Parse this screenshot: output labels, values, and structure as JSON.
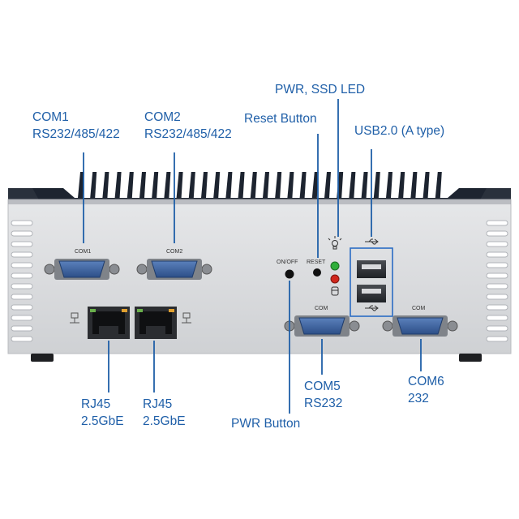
{
  "panel_labels": {
    "com1": "COM1",
    "com2": "COM2",
    "onoff": "ON/OFF",
    "reset": "RESET",
    "com_left": "COM",
    "com_right": "COM"
  },
  "callouts": {
    "com1": [
      "COM1",
      "RS232/485/422"
    ],
    "com2": [
      "COM2",
      "RS232/485/422"
    ],
    "pwr_ssd_led": [
      "PWR, SSD LED"
    ],
    "reset_button": [
      "Reset Button"
    ],
    "usb": [
      "USB2.0 (A type)"
    ],
    "rj45_1": [
      "RJ45",
      "2.5GbE"
    ],
    "rj45_2": [
      "RJ45",
      "2.5GbE"
    ],
    "pwr_button": [
      "PWR Button"
    ],
    "com5": [
      "COM5",
      "RS232"
    ],
    "com6": [
      "COM6",
      "232"
    ]
  },
  "colors": {
    "callout_text": "#1f5fa8",
    "leader_line": "#1f5fa8",
    "chassis": "#d8d9dc",
    "heatsink": "#1d2430",
    "db9_connector": "#3a5f9a",
    "led_green": "#2fae3a",
    "led_red": "#d0271d"
  }
}
